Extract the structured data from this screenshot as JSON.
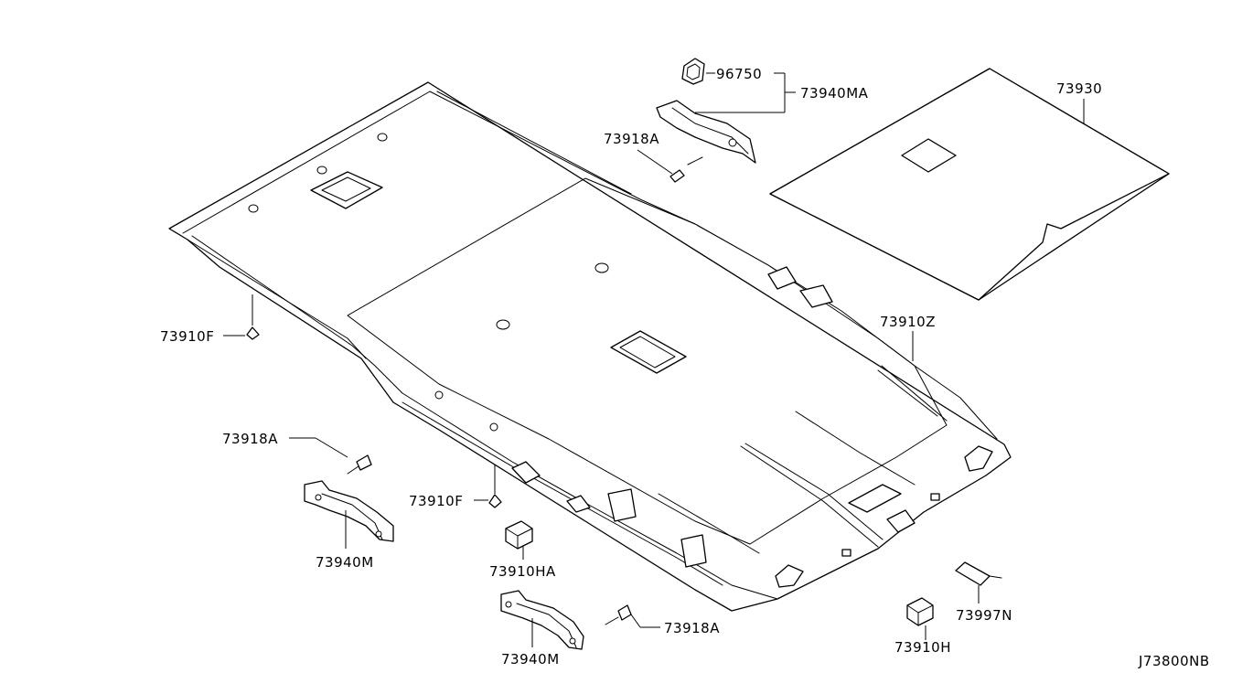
{
  "diagram_id": "J73800NB",
  "labels": {
    "p96750": "96750",
    "p73940MA": "73940MA",
    "p73930": "73930",
    "p73918A_top": "73918A",
    "p73910Z": "73910Z",
    "p73910F_left": "73910F",
    "p73918A_left": "73918A",
    "p73910F_mid": "73910F",
    "p73940M_left": "73940M",
    "p73910HA": "73910HA",
    "p73918A_bottom": "73918A",
    "p73940M_bottom": "73940M",
    "p73910H": "73910H",
    "p73997N": "73997N"
  }
}
